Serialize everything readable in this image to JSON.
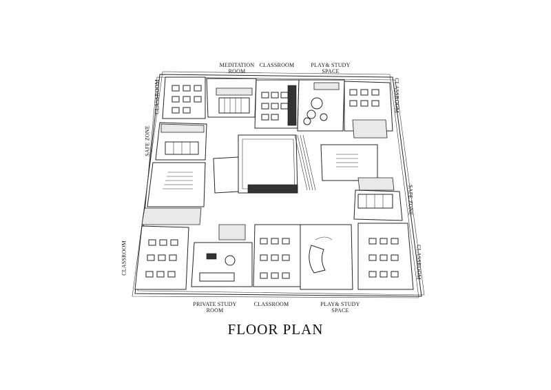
{
  "title": "FLOOR PLAN",
  "labels": {
    "meditation_room": [
      "MEDITATION",
      "ROOM"
    ],
    "classroom_top": "CLASSROOM",
    "play_study_top": [
      "PLAY& STUDY",
      "SPACE"
    ],
    "classroom_top_right": "CLASSROOM",
    "classroom_top_left": "CLASSROOM",
    "safe_zone_left": "SAFE ZONE",
    "safe_zone_right": "SAFE ZONE",
    "classroom_left_bottom": "CLASSROOM",
    "classroom_right_bottom": "CLASSROOM",
    "private_study_room": [
      "PRIVATE STUDY",
      "ROOM"
    ],
    "classroom_bottom": "CLASSROOM",
    "play_study_bottom": [
      "PLAY& STUDY",
      "SPACE"
    ]
  }
}
